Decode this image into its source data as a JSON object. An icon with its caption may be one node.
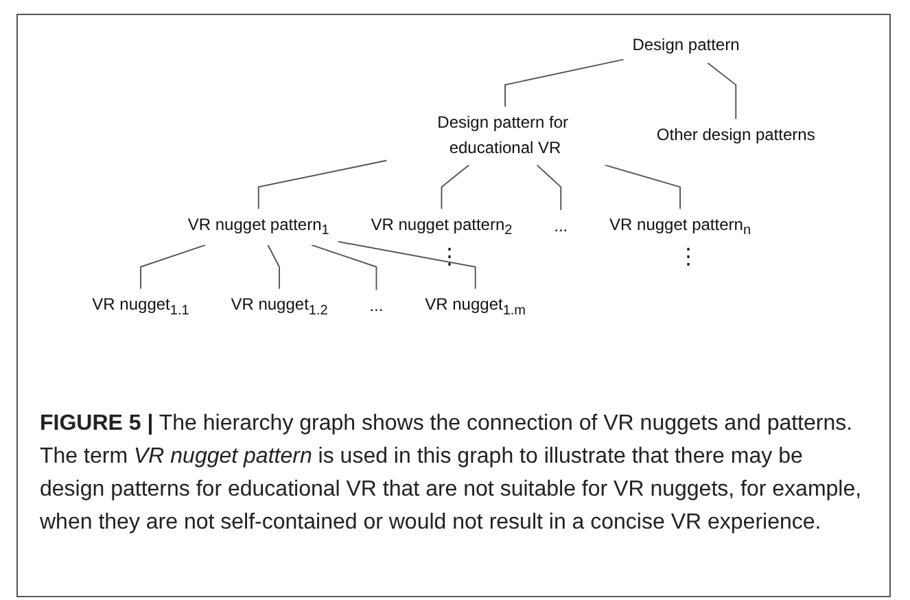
{
  "diagram": {
    "caption": "**FIGURE 5 |** The hierarchy graph shows the connection of VR nuggets and patterns. The term *VR nugget pattern* is used in this graph to illustrate that there may be design patterns for educational VR that are not suitable for VR nuggets, for example, when they are not self-contained or would not result in a concise VR experience.",
    "nodes": [
      {
        "text": [
          "Design pattern"
        ]
      },
      {
        "text": [
          "Design pattern for educational VR"
        ]
      },
      {
        "text": [
          "Other design patterns"
        ]
      },
      {
        "text": [
          "VR nugget pattern$_{1}$"
        ]
      },
      {
        "text": [
          "VR nugget pattern$_{2}$"
        ],
        "beside": [
          "⋮"
        ]
      },
      {
        "text": [
          "..."
        ]
      },
      {
        "text": [
          "VR nugget pattern$_{n}$"
        ],
        "beside": [
          "⋮"
        ]
      },
      {
        "text": [
          "VR nugget$_{1.1}$"
        ]
      },
      {
        "text": [
          "VR nugget$_{1.2}$"
        ]
      },
      {
        "text": [
          "..."
        ]
      },
      {
        "text": [
          "VR nugget$_{1.m}$"
        ]
      }
    ],
    "edges": [
      {
        "from": 0,
        "to": 1,
        "arrow": "none"
      },
      {
        "from": 0,
        "to": 2,
        "arrow": "none"
      },
      {
        "from": 1,
        "to": 3,
        "arrow": "none"
      },
      {
        "from": 1,
        "to": 4,
        "arrow": "none"
      },
      {
        "from": 1,
        "to": 5,
        "arrow": "none"
      },
      {
        "from": 1,
        "to": 6,
        "arrow": "none"
      },
      {
        "from": 3,
        "to": 7,
        "arrow": "none"
      },
      {
        "from": 3,
        "to": 8,
        "arrow": "none"
      },
      {
        "from": 3,
        "to": 9,
        "arrow": "none"
      },
      {
        "from": 3,
        "to": 10,
        "arrow": "none"
      }
    ]
  }
}
